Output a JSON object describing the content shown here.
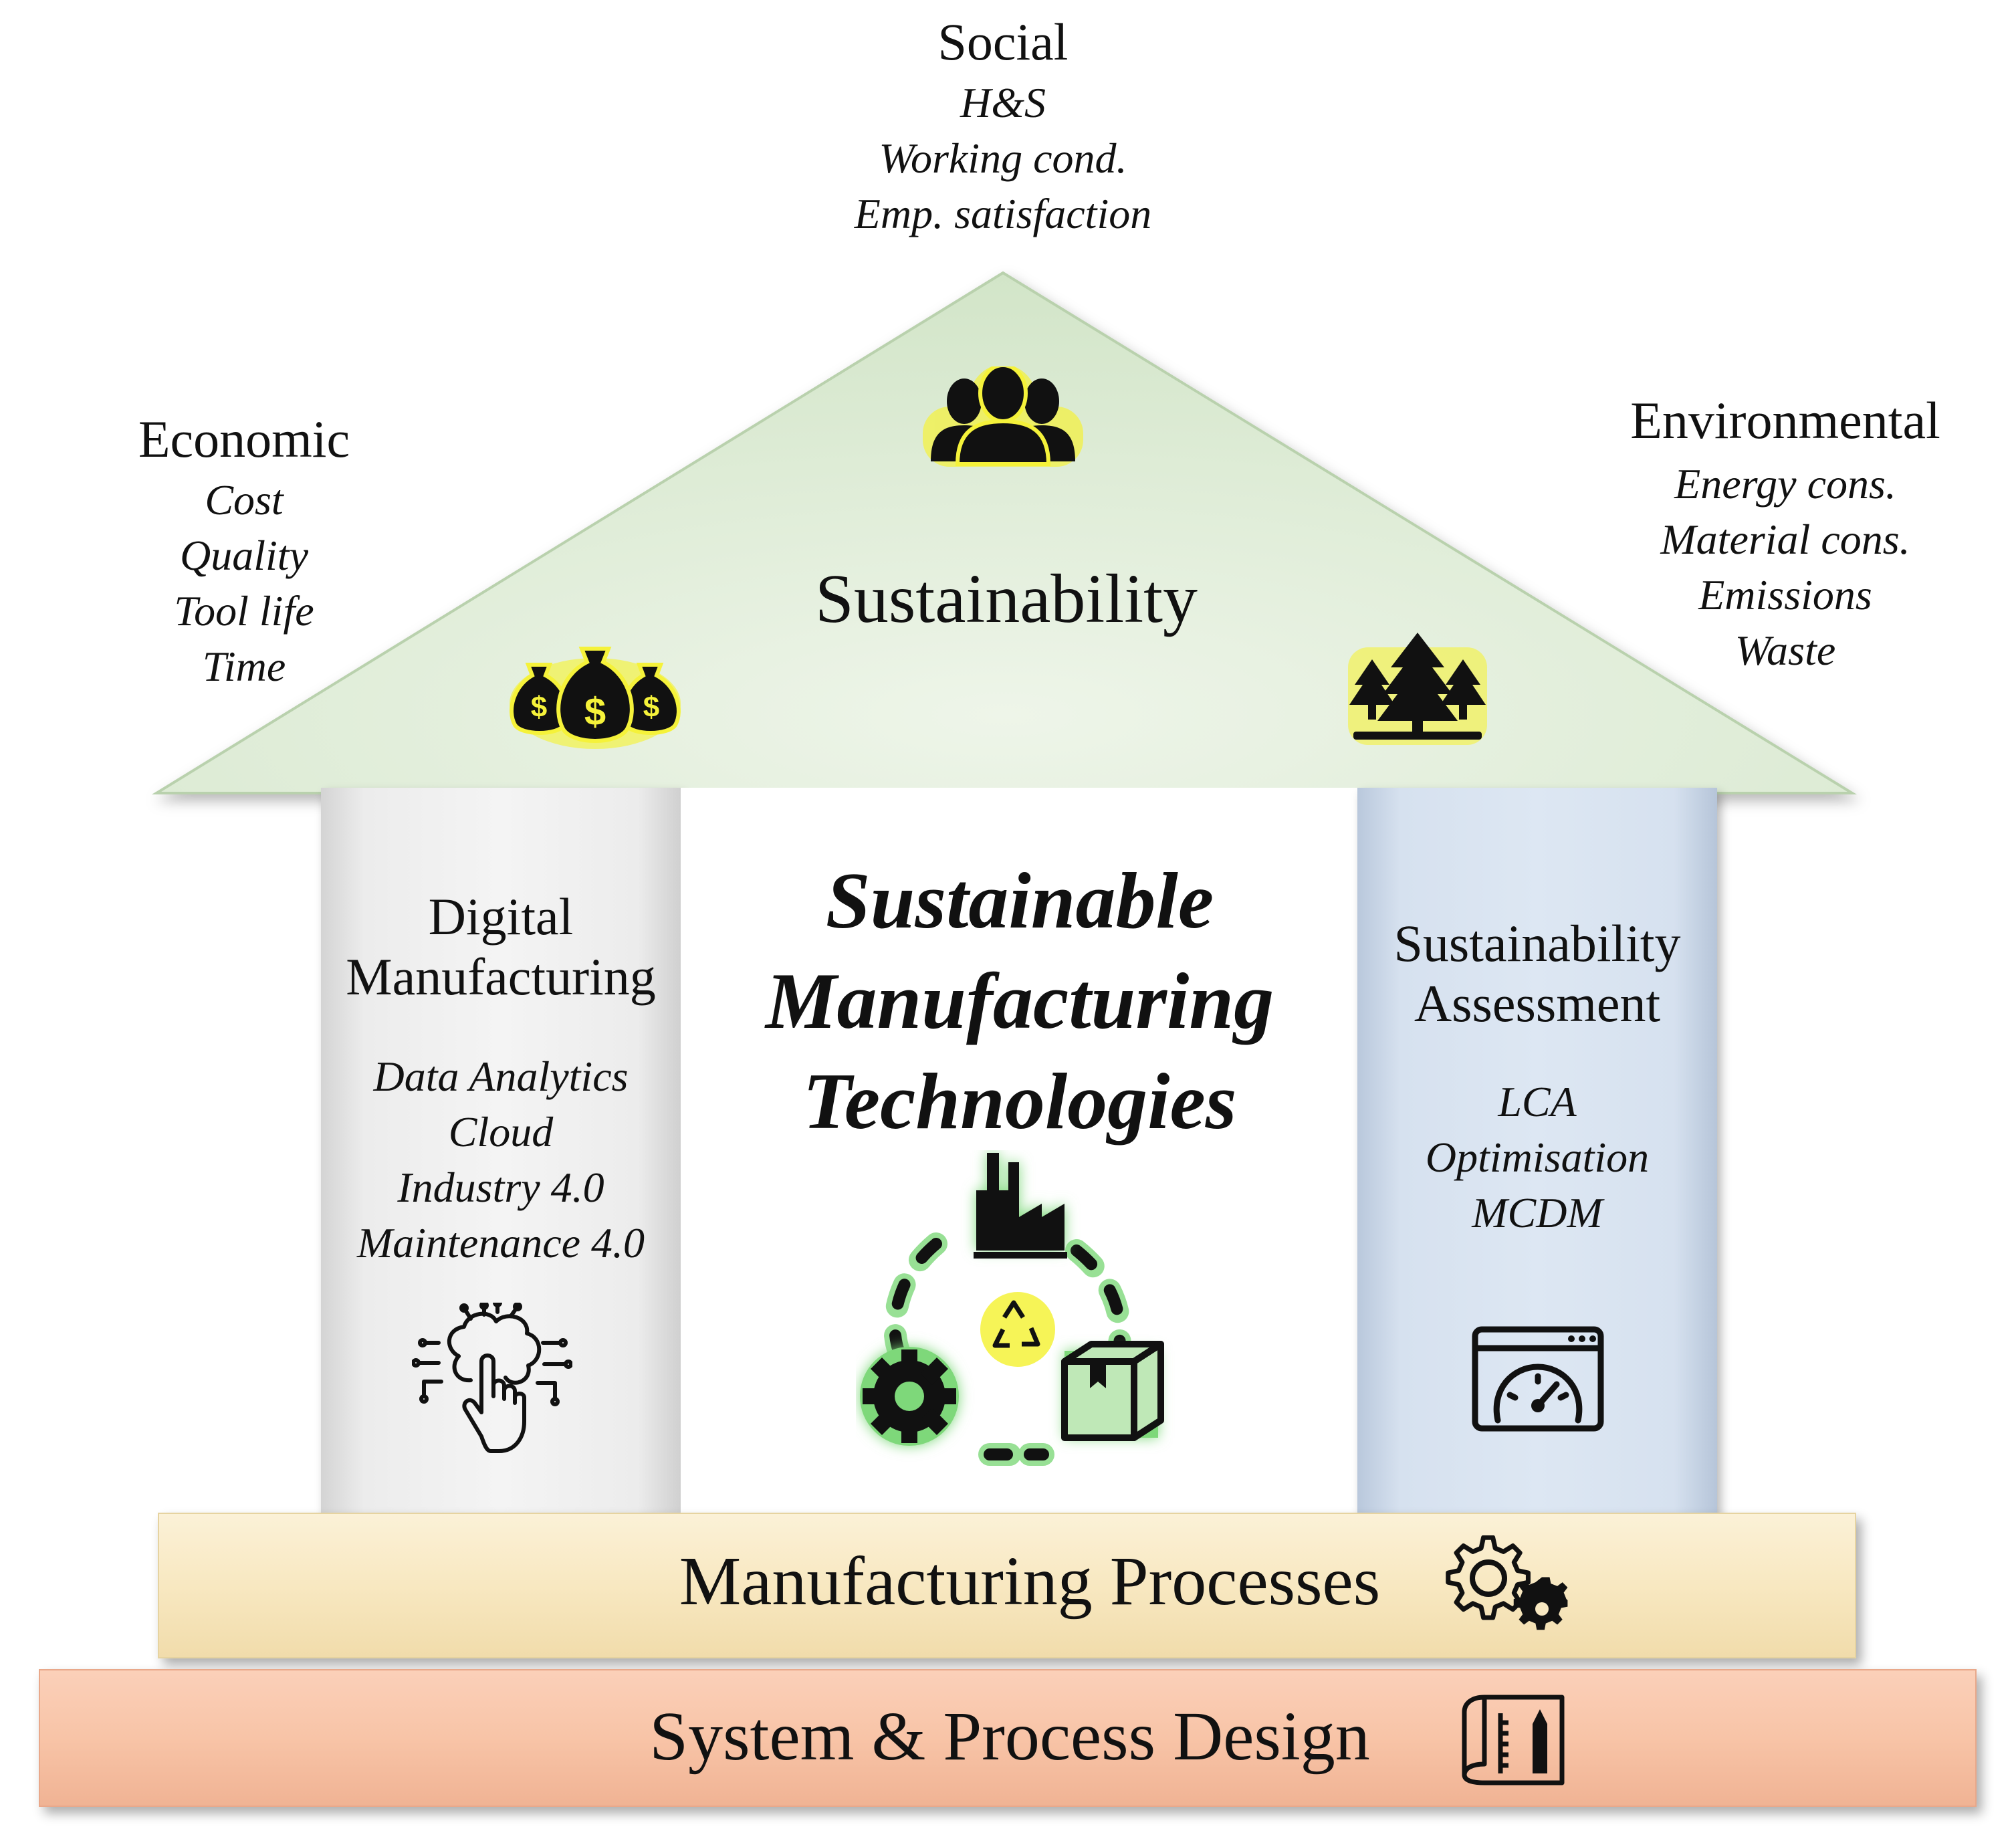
{
  "roof": {
    "title": "Sustainability"
  },
  "social": {
    "heading": "Social",
    "items": [
      "H&S",
      "Working cond.",
      "Emp. satisfaction"
    ]
  },
  "economic": {
    "heading": "Economic",
    "items": [
      "Cost",
      "Quality",
      "Tool life",
      "Time"
    ]
  },
  "environmental": {
    "heading": "Environmental",
    "items": [
      "Energy cons.",
      "Material cons.",
      "Emissions",
      "Waste"
    ]
  },
  "center": {
    "title_lines": [
      "Sustainable",
      "Manufacturing",
      "Technologies"
    ]
  },
  "pillar_left": {
    "title_lines": [
      "Digital",
      "Manufacturing"
    ],
    "items": [
      "Data Analytics",
      "Cloud",
      "Industry 4.0",
      "Maintenance 4.0"
    ]
  },
  "pillar_right": {
    "title_lines": [
      "Sustainability",
      "Assessment"
    ],
    "items": [
      "LCA",
      "Optimisation",
      "MCDM"
    ]
  },
  "foundation": {
    "processes": "Manufacturing Processes",
    "design": "System & Process Design"
  },
  "icons": {
    "social": "people-group-icon",
    "economic": "money-bags-icon",
    "environmental": "trees-icon",
    "digital": "digital-touch-brain-icon",
    "center": "circular-manufacturing-icon",
    "assessment": "performance-dashboard-icon",
    "processes": "gears-icon",
    "design": "blueprint-icon"
  },
  "colors": {
    "roof": "#d7e8cf",
    "pillar_left": "#ececec",
    "pillar_right": "#d6e1ef",
    "processes_bar": "#f8e8c1",
    "design_bar": "#f8c4a7",
    "icon_glow_yellow": "#f5f23a",
    "icon_glow_green": "#8ee08a"
  }
}
